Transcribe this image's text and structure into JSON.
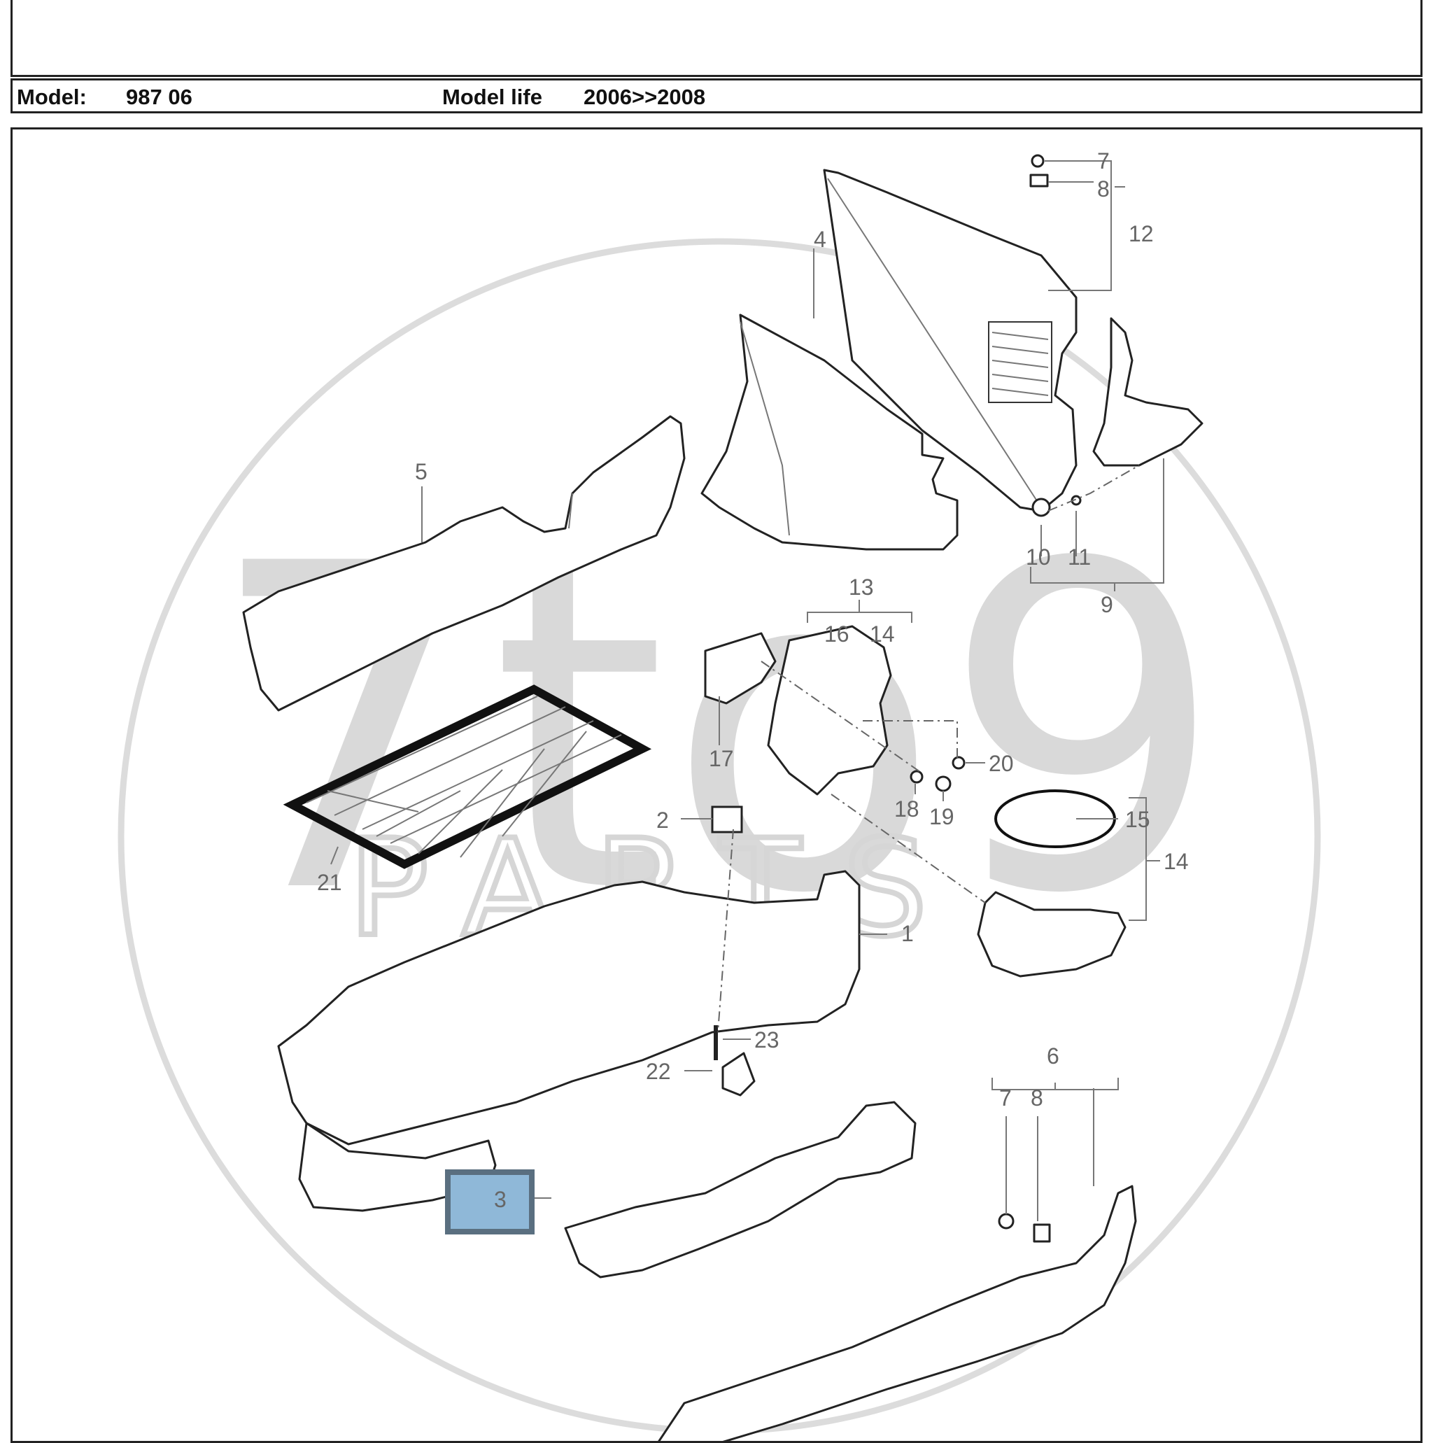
{
  "header": {
    "model_label": "Model:",
    "model_value": "987 06",
    "model_life_label": "Model life",
    "model_life_value": "2006>>2008"
  },
  "watermark": {
    "main_text": "7to9",
    "sub_text": "PARTS",
    "color": "#d9d9d9"
  },
  "callouts": {
    "c1": "1",
    "c2": "2",
    "c3": "3",
    "c4": "4",
    "c5": "5",
    "c6": "6",
    "c7a": "7",
    "c7b": "7",
    "c8a": "8",
    "c8b": "8",
    "c9": "9",
    "c10": "10",
    "c11": "11",
    "c12": "12",
    "c13": "13",
    "c14a": "14",
    "c14b": "14",
    "c15": "15",
    "c16": "16",
    "c17": "17",
    "c18": "18",
    "c19": "19",
    "c20": "20",
    "c21": "21",
    "c22": "22",
    "c23": "23"
  },
  "highlight": {
    "part": "3",
    "fill": "#8fb8d8",
    "stroke": "#5a6f80"
  }
}
